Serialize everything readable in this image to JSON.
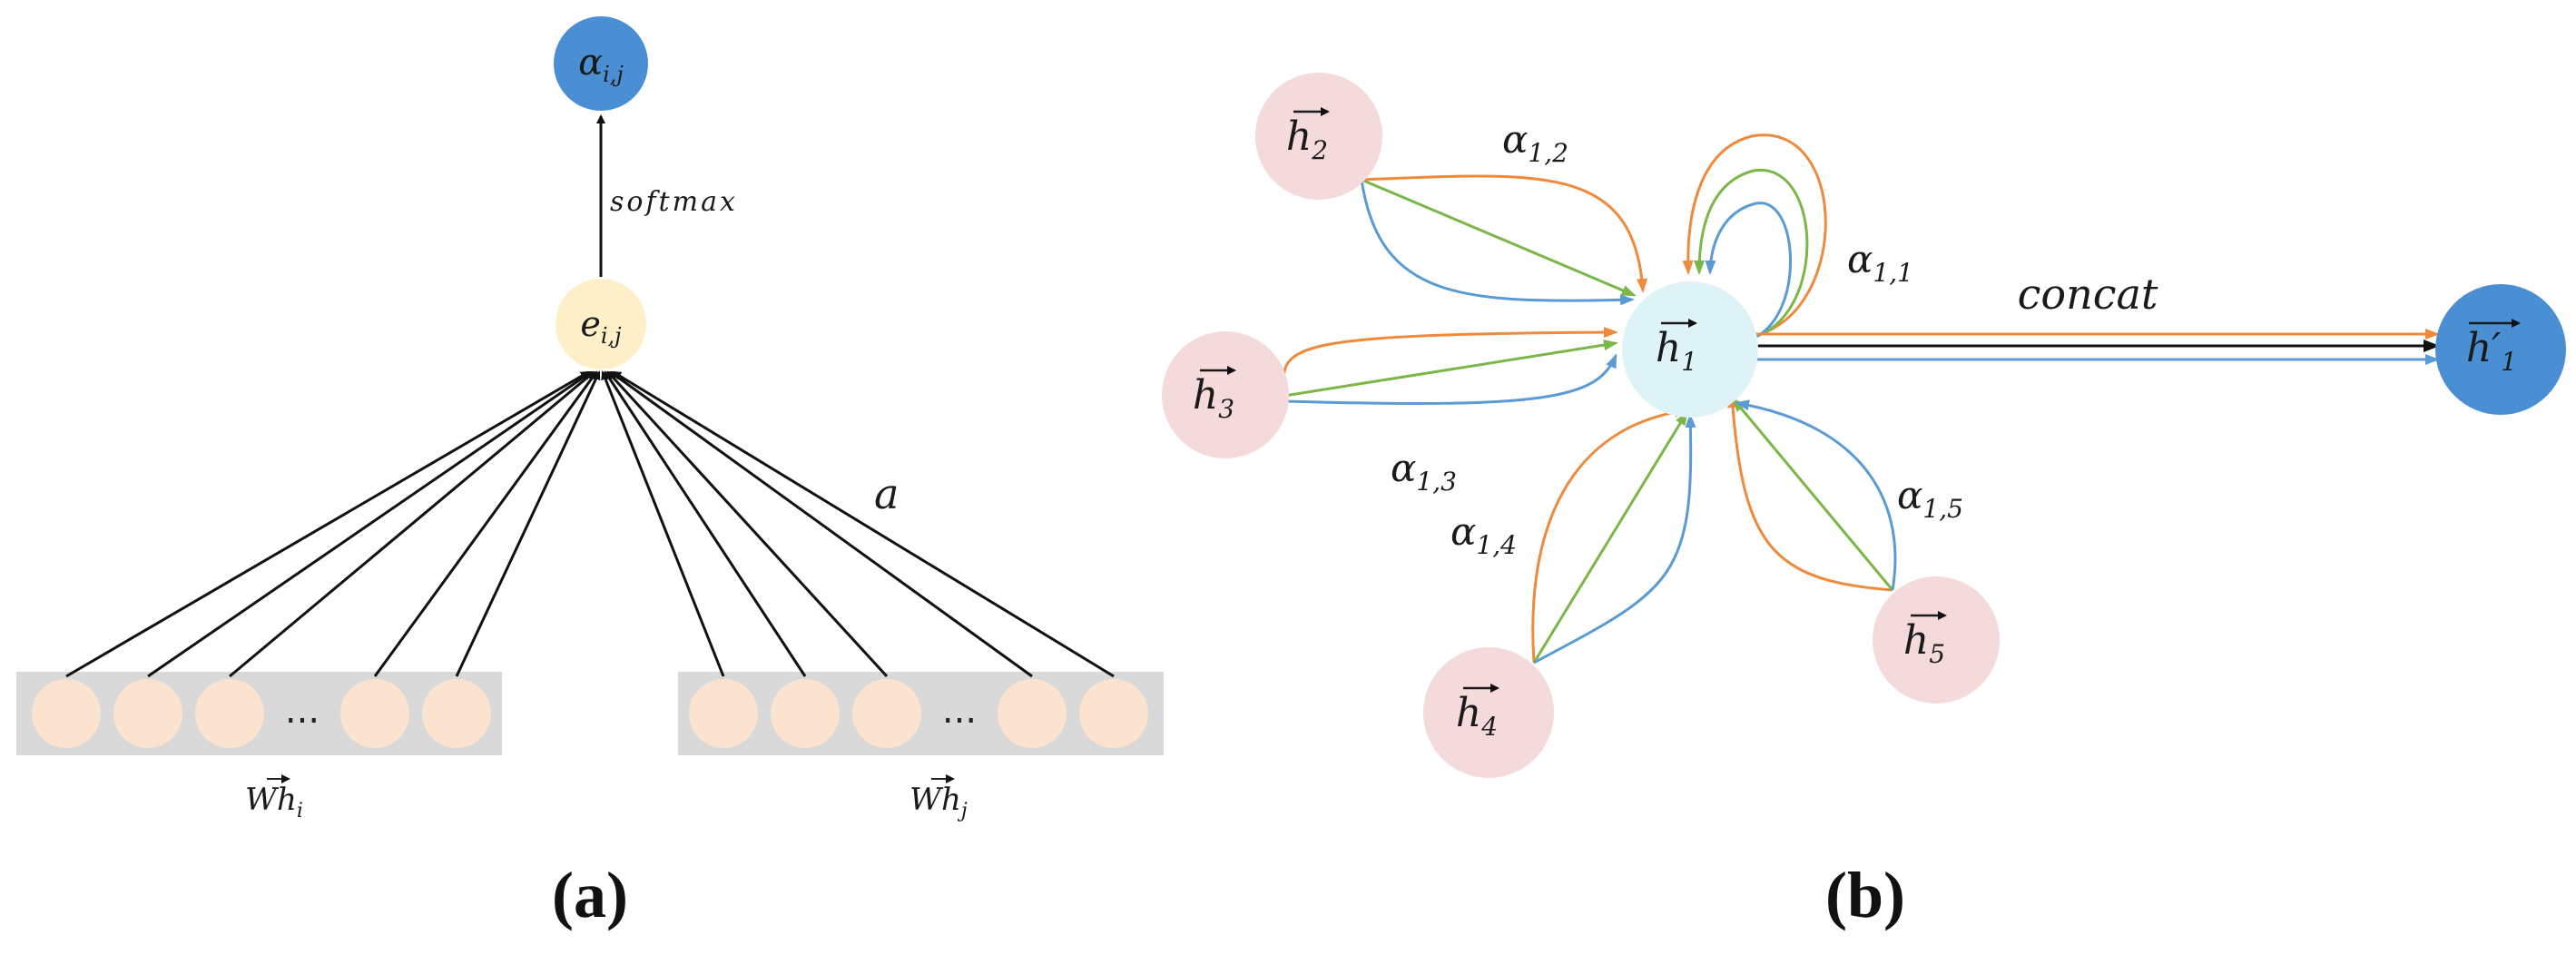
{
  "panel_a": {
    "label": "(a)",
    "output_node": "α",
    "output_sub": "i,j",
    "score_node": "e",
    "score_sub": "i,j",
    "softmax_label": "softmax",
    "weight_label": "a",
    "left_group_label": "Wh",
    "left_group_sub": "i",
    "right_group_label": "Wh",
    "right_group_sub": "j",
    "ellipsis": "..."
  },
  "panel_b": {
    "label": "(b)",
    "center_node": {
      "text": "h",
      "sub": "1"
    },
    "output_node": {
      "text": "h′",
      "sub": "1"
    },
    "neighbors": [
      {
        "text": "h",
        "sub": "2"
      },
      {
        "text": "h",
        "sub": "3"
      },
      {
        "text": "h",
        "sub": "4"
      },
      {
        "text": "h",
        "sub": "5"
      }
    ],
    "concat_label": "concat",
    "attention_labels": [
      {
        "text": "α",
        "sub": "1,1"
      },
      {
        "text": "α",
        "sub": "1,2"
      },
      {
        "text": "α",
        "sub": "1,3"
      },
      {
        "text": "α",
        "sub": "1,4"
      },
      {
        "text": "α",
        "sub": "1,5"
      }
    ]
  },
  "colors": {
    "output_blue": "#4a8fd4",
    "score_yellow": "#fdf0c9",
    "input_peach": "#fbe3cf",
    "input_band": "#d9d9d9",
    "neighbor_pink": "#f4dada",
    "center_cyan": "#ddf3f6",
    "head_orange": "#ef8a3c",
    "head_green": "#7ab648",
    "head_blue": "#5b9bd5"
  }
}
